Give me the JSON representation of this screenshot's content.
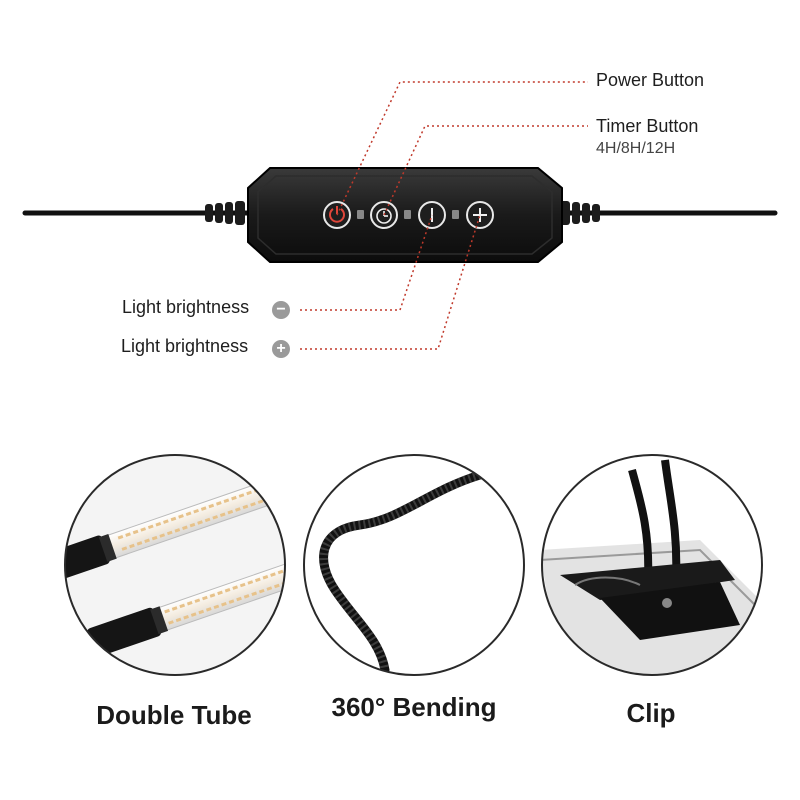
{
  "callouts": {
    "power": "Power Button",
    "timer": "Timer Button",
    "timer_options": "4H/8H/12H",
    "brightness_down": "Light brightness",
    "brightness_up": "Light brightness",
    "minus_glyph": "−",
    "plus_glyph": "+"
  },
  "features": [
    {
      "label": "Double Tube"
    },
    {
      "label": "360° Bending"
    },
    {
      "label": "Clip"
    }
  ],
  "colors": {
    "leader_line": "#c0392b",
    "controller": "#161616",
    "badge": "#9a9a9a"
  },
  "icons": [
    "power-icon",
    "timer-icon",
    "minus-icon",
    "plus-icon"
  ]
}
